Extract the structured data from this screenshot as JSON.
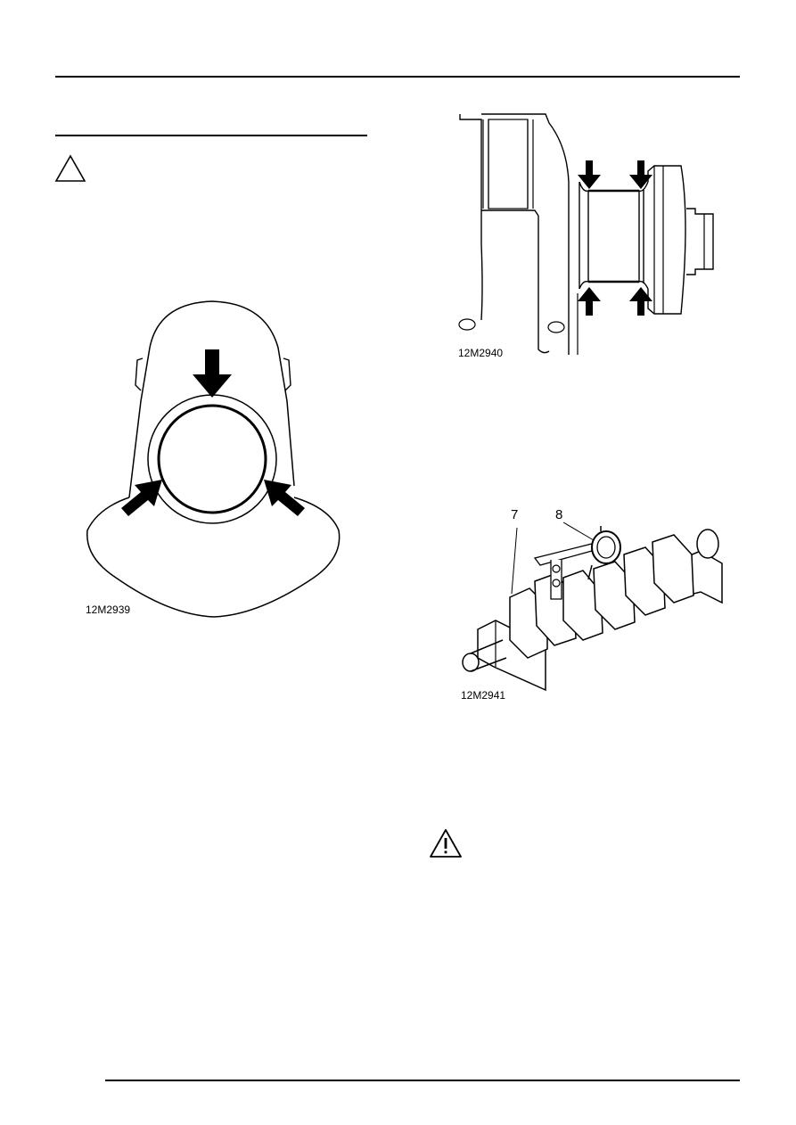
{
  "figures": {
    "fig1": {
      "caption": "12M2939"
    },
    "fig2": {
      "caption": "12M2940"
    },
    "fig3": {
      "caption": "12M2941",
      "callout_7": "7",
      "callout_8": "8"
    }
  },
  "icons": {
    "left_warning": "caution-triangle-icon",
    "right_warning": "warning-triangle-exclamation-icon"
  }
}
